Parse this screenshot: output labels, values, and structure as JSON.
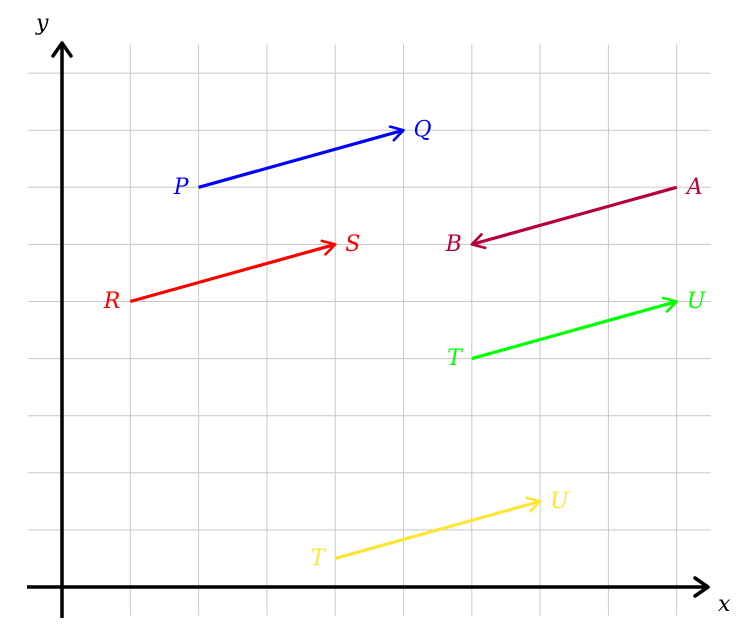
{
  "axes": {
    "x_label": "x",
    "y_label": "y",
    "axis_color": "#000000",
    "grid_color": "#c8c8c8",
    "x_range": [
      -0.5,
      9.5
    ],
    "y_range": [
      -0.5,
      9.5
    ]
  },
  "vectors": [
    {
      "id": "pq",
      "start": {
        "label": "P",
        "x": 2,
        "y": 7
      },
      "end": {
        "label": "Q",
        "x": 5,
        "y": 8
      },
      "color": "#0000ff"
    },
    {
      "id": "ab",
      "start": {
        "label": "A",
        "x": 9,
        "y": 7
      },
      "end": {
        "label": "B",
        "x": 6,
        "y": 6
      },
      "color": "#b5003f"
    },
    {
      "id": "rs",
      "start": {
        "label": "R",
        "x": 1,
        "y": 5
      },
      "end": {
        "label": "S",
        "x": 4,
        "y": 6
      },
      "color": "#ff0000"
    },
    {
      "id": "tu-green",
      "start": {
        "label": "T",
        "x": 6,
        "y": 4
      },
      "end": {
        "label": "U",
        "x": 9,
        "y": 5
      },
      "color": "#00ff00"
    },
    {
      "id": "tu-yellow",
      "start": {
        "label": "T",
        "x": 4,
        "y": 0.5
      },
      "end": {
        "label": "U",
        "x": 7,
        "y": 1.5
      },
      "color": "#ffe533"
    }
  ]
}
